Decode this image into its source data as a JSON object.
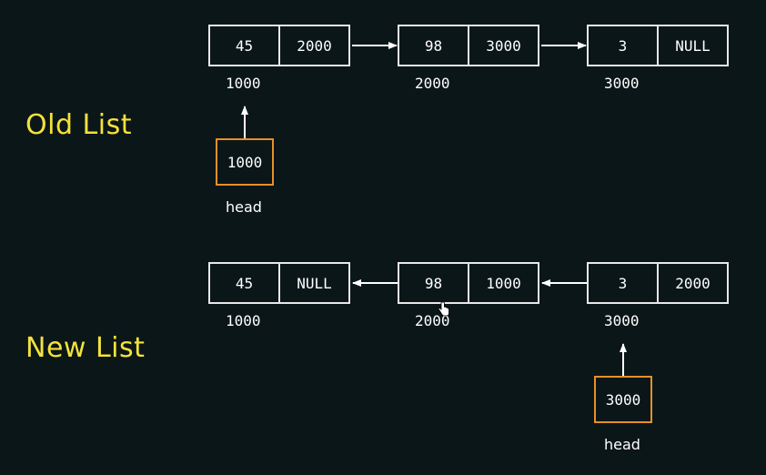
{
  "colors": {
    "background": "#0b1619",
    "title": "#f4e23a",
    "node_border": "#e8e8e8",
    "head_border": "#e6902a",
    "text": "#ffffff"
  },
  "old_list": {
    "title": "Old List",
    "nodes": [
      {
        "data": "45",
        "next": "2000",
        "address": "1000"
      },
      {
        "data": "98",
        "next": "3000",
        "address": "2000"
      },
      {
        "data": "3",
        "next": "NULL",
        "address": "3000"
      }
    ],
    "head": {
      "value": "1000",
      "label": "head"
    }
  },
  "new_list": {
    "title": "New List",
    "nodes": [
      {
        "data": "45",
        "next": "NULL",
        "address": "1000"
      },
      {
        "data": "98",
        "next": "1000",
        "address": "2000"
      },
      {
        "data": "3",
        "next": "2000",
        "address": "3000"
      }
    ],
    "head": {
      "value": "3000",
      "label": "head"
    }
  }
}
